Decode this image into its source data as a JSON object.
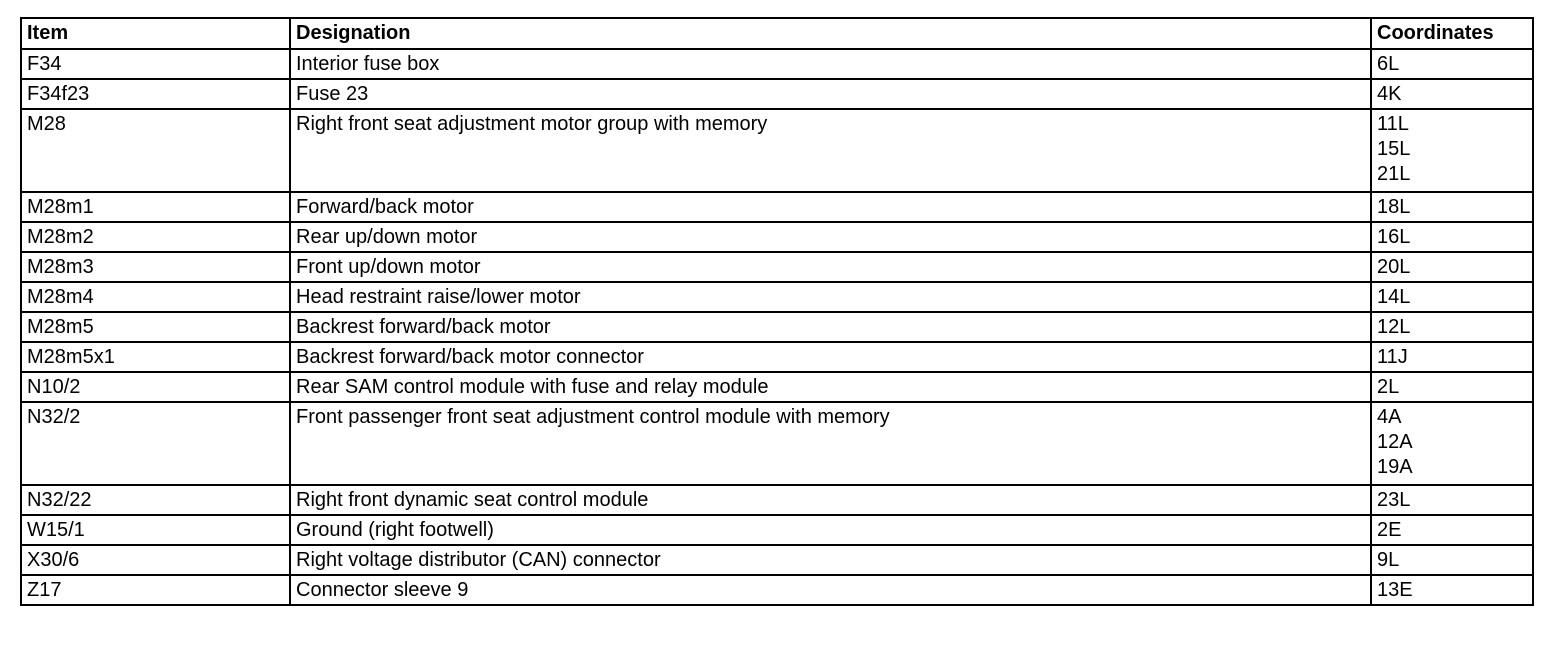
{
  "table": {
    "headers": {
      "item": "Item",
      "designation": "Designation",
      "coordinates": "Coordinates"
    },
    "rows": [
      {
        "item": "F34",
        "designation": "Interior fuse box",
        "coordinates": [
          "6L"
        ]
      },
      {
        "item": "F34f23",
        "designation": "Fuse 23",
        "coordinates": [
          "4K"
        ]
      },
      {
        "item": "M28",
        "designation": "Right front seat adjustment motor group with memory",
        "coordinates": [
          "11L",
          "15L",
          "21L"
        ]
      },
      {
        "item": "M28m1",
        "designation": "Forward/back motor",
        "coordinates": [
          "18L"
        ]
      },
      {
        "item": "M28m2",
        "designation": "Rear up/down motor",
        "coordinates": [
          "16L"
        ]
      },
      {
        "item": "M28m3",
        "designation": "Front up/down motor",
        "coordinates": [
          "20L"
        ]
      },
      {
        "item": "M28m4",
        "designation": "Head restraint raise/lower motor",
        "coordinates": [
          "14L"
        ]
      },
      {
        "item": "M28m5",
        "designation": "Backrest forward/back motor",
        "coordinates": [
          "12L"
        ]
      },
      {
        "item": "M28m5x1",
        "designation": "Backrest forward/back motor connector",
        "coordinates": [
          "11J"
        ]
      },
      {
        "item": "N10/2",
        "designation": "Rear SAM control module with fuse and relay module",
        "coordinates": [
          "2L"
        ]
      },
      {
        "item": "N32/2",
        "designation": "Front passenger front seat adjustment control module with memory",
        "coordinates": [
          "4A",
          "12A",
          "19A"
        ]
      },
      {
        "item": "N32/22",
        "designation": "Right front dynamic seat control module",
        "coordinates": [
          "23L"
        ]
      },
      {
        "item": "W15/1",
        "designation": "Ground (right footwell)",
        "coordinates": [
          "2E"
        ]
      },
      {
        "item": "X30/6",
        "designation": "Right voltage distributor (CAN) connector",
        "coordinates": [
          "9L"
        ]
      },
      {
        "item": "Z17",
        "designation": "Connector sleeve 9",
        "coordinates": [
          "13E"
        ]
      }
    ]
  }
}
